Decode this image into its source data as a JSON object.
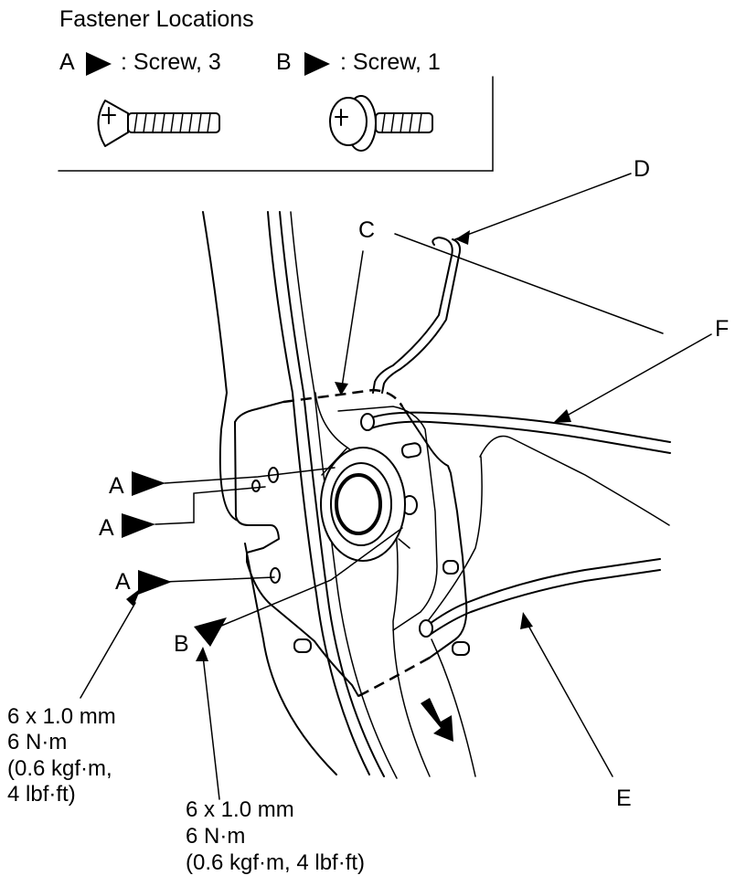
{
  "legend": {
    "title": "Fastener Locations",
    "item_a": "A",
    "item_a_desc": ": Screw, 3",
    "item_b": "B",
    "item_b_desc": ": Screw, 1"
  },
  "callouts": {
    "a1": "A",
    "a2": "A",
    "a3": "A",
    "b": "B",
    "c": "C",
    "d": "D",
    "e": "E",
    "f": "F"
  },
  "specs": {
    "a_lines": [
      "6 x 1.0 mm",
      "6 N·m",
      "(0.6 kgf·m,",
      "4 lbf·ft)"
    ],
    "b_lines": [
      "6 x 1.0 mm",
      "6 N·m",
      "(0.6 kgf·m, 4 lbf·ft)"
    ]
  }
}
